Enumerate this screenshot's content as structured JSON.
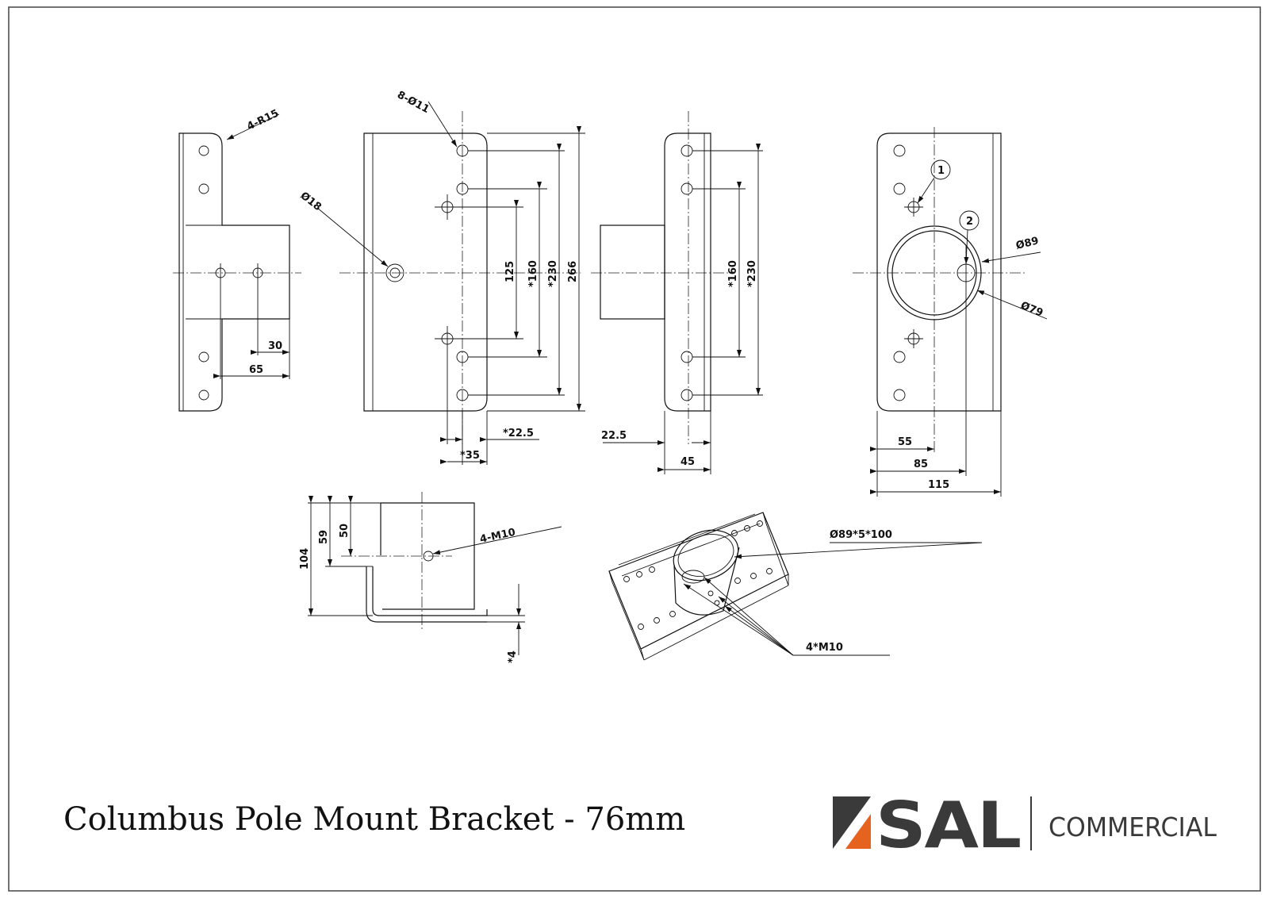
{
  "sheet": {
    "title": "Columbus Pole Mount Bracket - 76mm",
    "brand": {
      "mark": "SAL",
      "division": "COMMERCIAL",
      "accent": "#e5631f",
      "dark": "#3a3a3a"
    }
  },
  "views": {
    "side_left": {
      "fillet": "4-R15",
      "d30": "30",
      "d65": "65"
    },
    "front": {
      "holes": "8-Ø11",
      "center_hole": "Ø18",
      "d125": "125",
      "d160": "*160",
      "d230": "*230",
      "d266": "266",
      "d22_5": "*22.5",
      "d35": "*35"
    },
    "side_right": {
      "d160": "*160",
      "d230": "*230",
      "d22_5": "22.5",
      "d45": "45"
    },
    "rear": {
      "callout1": "1",
      "callout2": "2",
      "d89": "Ø89",
      "d79": "Ø79",
      "d55": "55",
      "d85": "85",
      "d115": "115"
    },
    "section": {
      "d104": "104",
      "d59": "59",
      "d50": "50",
      "thread": "4-M10",
      "d4": "*4"
    },
    "iso": {
      "tube": "Ø89*5*100",
      "thread": "4*M10"
    }
  }
}
